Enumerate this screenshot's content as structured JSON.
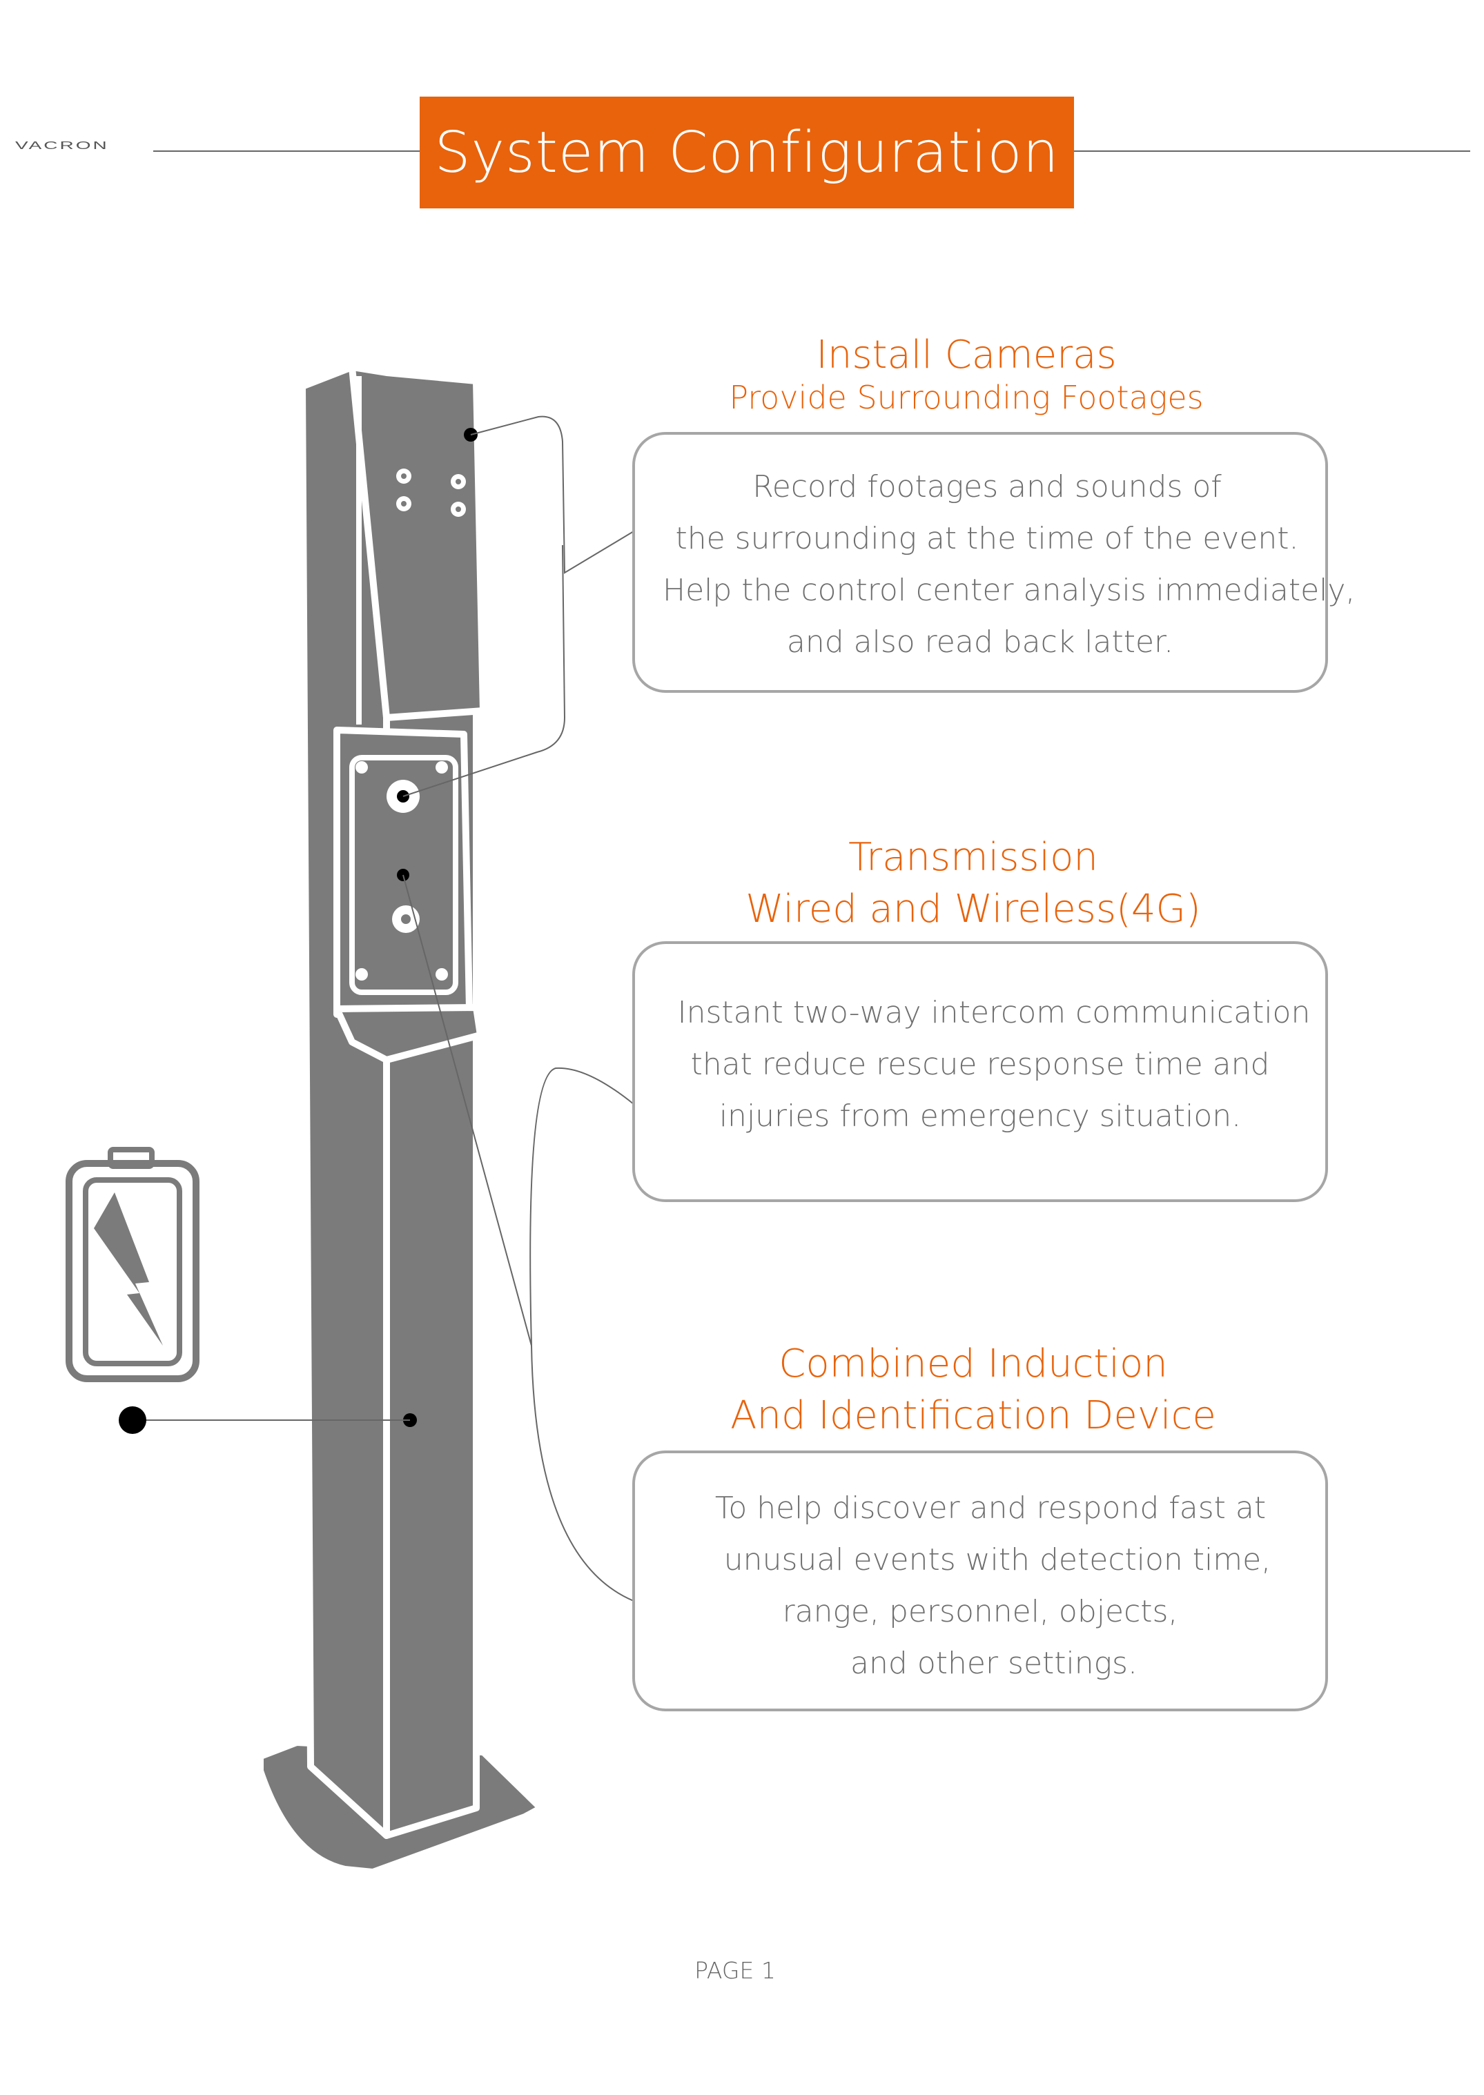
{
  "header": {
    "logo": "VACRON",
    "title": "System Configuration"
  },
  "sections": [
    {
      "title": "Install Cameras",
      "subtitle": "Provide Surrounding Footages",
      "lines": [
        "Record footages and sounds of",
        "the surrounding at the time of the event.",
        "Help the control center analysis immediately,",
        "and also read back latter."
      ]
    },
    {
      "title": "Transmission",
      "subtitle": "Wired and Wireless(4G)",
      "lines": [
        "Instant two-way intercom communication",
        "that reduce rescue response time and",
        "injuries from emergency situation."
      ]
    },
    {
      "title": "Combined Induction",
      "subtitle": "And Identification Device",
      "lines": [
        "To help discover and respond fast at",
        "unusual events with detection time,",
        "range, personnel, objects,",
        "and other settings."
      ]
    }
  ],
  "footer": {
    "page": "PAGE 1"
  },
  "colors": {
    "accent": "#e8630c",
    "pole": "#7b7b7b",
    "box_border": "#a6a6a6",
    "text": "#6e6e6e"
  }
}
